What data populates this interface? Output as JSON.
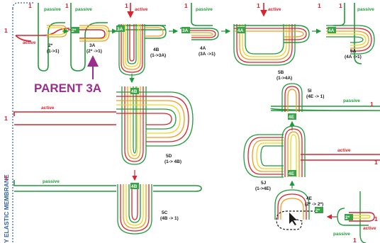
{
  "colors": {
    "green": "#1f9a3a",
    "red": "#d9232f",
    "orange": "#f39a1e",
    "yellow": "#f2d51c",
    "purple": "#9b2d8e",
    "blue": "#2f5fa8",
    "badge_green": "#3aa34a"
  },
  "labels": {
    "passive": "passive",
    "active": "active",
    "one": "1",
    "side_label": "Y ELASTIC MEMBRANE",
    "parent": "PARENT 3A",
    "s2": "2*",
    "s2_sub": "(1->1)",
    "s3a": "3A",
    "s3a_sub": "(2* ->1)",
    "s4b": "4B",
    "s4b_sub": "(1->3A)",
    "s4a": "4A",
    "s4a_sub": "(3A ->1)",
    "s5b": "5B",
    "s5b_sub": "(1->4A)",
    "s5a": "5A",
    "s5a_sub": "(4A ->1)",
    "s5d": "5D",
    "s5d_sub": "(1-> 4B)",
    "s5c": "5C",
    "s5c_sub": "(4B -> 1)",
    "s5i": "5I",
    "s5i_sub": "(4E -> 1)",
    "s5j": "5J",
    "s5j_sub": "(1->4E)",
    "s4e": "4E",
    "s4e_sub": "(2* -> 2*)"
  },
  "markers": {
    "passive_rail_1": "1",
    "stage_2": "1",
    "stage_3a": "1",
    "stage_4b": "1",
    "stage_4a": "1",
    "stage_5b": "1",
    "stage_5a": "1",
    "active_rail_1": "1",
    "active_rail_2": "1",
    "passive_rail_2": "1",
    "right_active_rail": "1",
    "right_passive_rail": "1",
    "bottom_right_1": "1",
    "bottom_right_2": "1"
  }
}
